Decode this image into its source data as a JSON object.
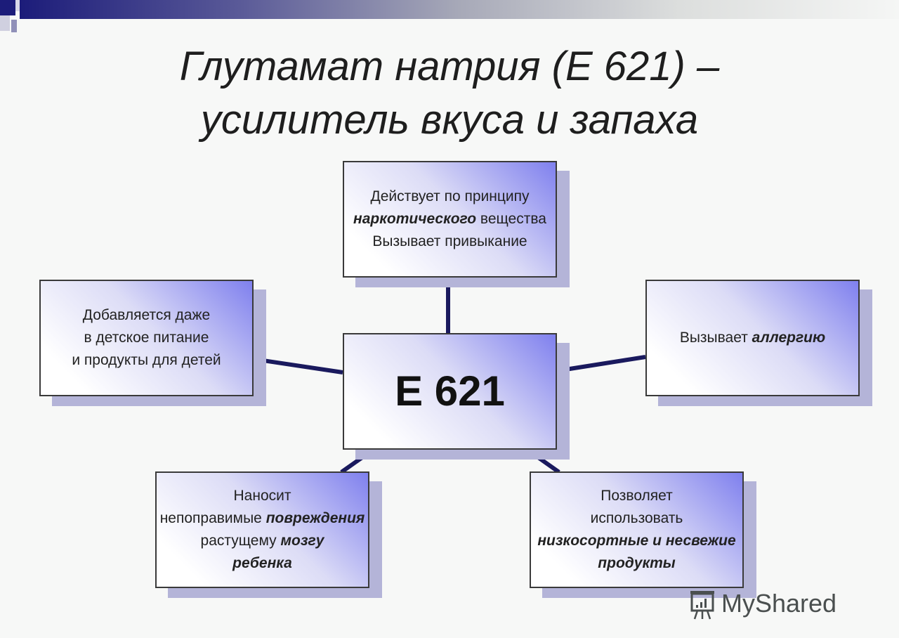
{
  "title": {
    "line1": "Глутамат натрия (Е 621) –",
    "line2": "усилитель вкуса и запаха"
  },
  "center": {
    "label": "Е 621"
  },
  "nodes": {
    "top": {
      "l1": "Действует по принципу",
      "l2_bold": "наркотического",
      "l2_rest": " вещества",
      "l3": "Вызывает привыкание"
    },
    "left": {
      "l1": "Добавляется даже",
      "l2": "в детское питание",
      "l3": "и продукты для детей"
    },
    "right": {
      "l1": "Вызывает ",
      "l1_bold": "аллергию"
    },
    "bottom_left": {
      "l1": "Наносит",
      "l2": "непоправимые ",
      "l2_bold": "повреждения",
      "l3": "растущему ",
      "l3_bold": "мозгу",
      "l4_bold": "ребенка"
    },
    "bottom_right": {
      "l1": "Позволяет",
      "l2": "использовать",
      "l3_bold": "низкосортные и несвежие",
      "l4_bold": "продукты"
    }
  },
  "watermark": {
    "text": "MyShared"
  },
  "colors": {
    "line": "#1a1a5e",
    "shadow": "#b4b4d8",
    "accent": "#7f80ee"
  }
}
